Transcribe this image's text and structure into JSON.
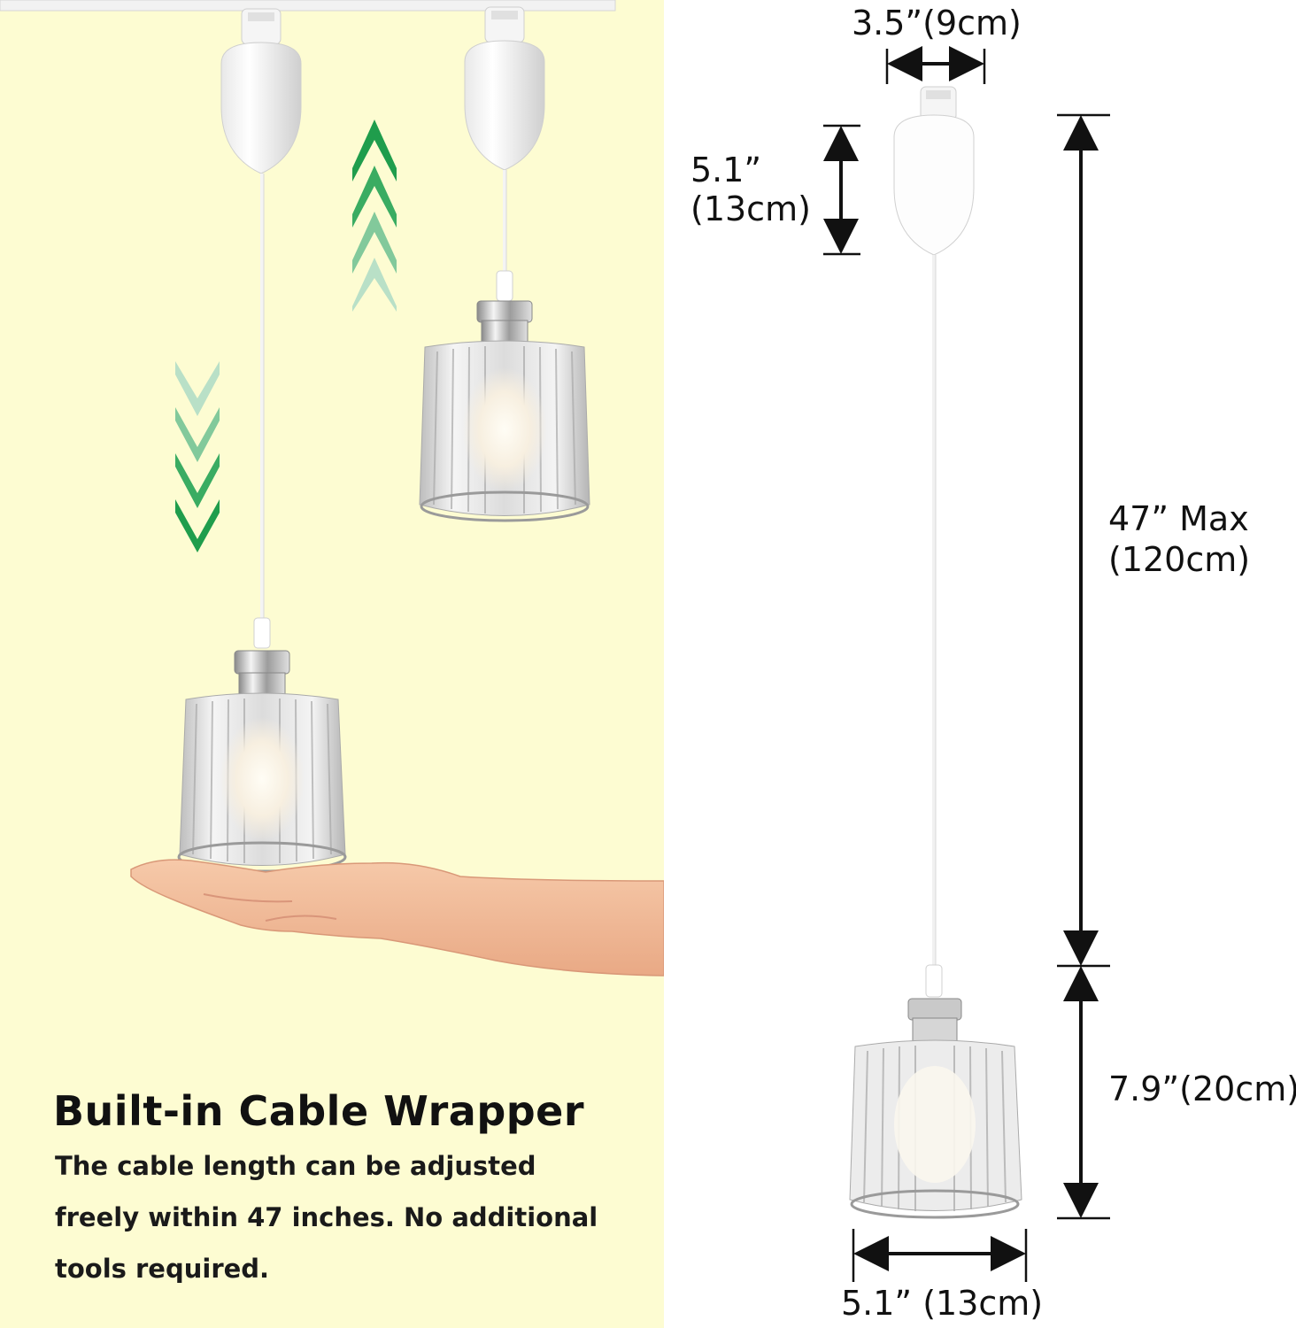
{
  "feature": {
    "headline": "Built-in Cable Wrapper",
    "description_lines": [
      "The cable length can be adjusted",
      "freely within 47 inches. No additional",
      "tools required."
    ]
  },
  "dimensions": {
    "canopy_width": "3.5”(9cm)",
    "canopy_height_in": "5.1”",
    "canopy_height_cm": "(13cm)",
    "cable_length_in": "47”  Max",
    "cable_length_cm": "(120cm)",
    "shade_height": "7.9”(20cm)",
    "shade_width": "5.1” (13cm)"
  },
  "icons": {
    "up": "chevron-up-icon",
    "down": "chevron-down-icon"
  },
  "colors": {
    "background_left": "#fdfcd2",
    "arrow_green_dark": "#1f9d4c",
    "arrow_green_light": "#b9e0c7"
  }
}
